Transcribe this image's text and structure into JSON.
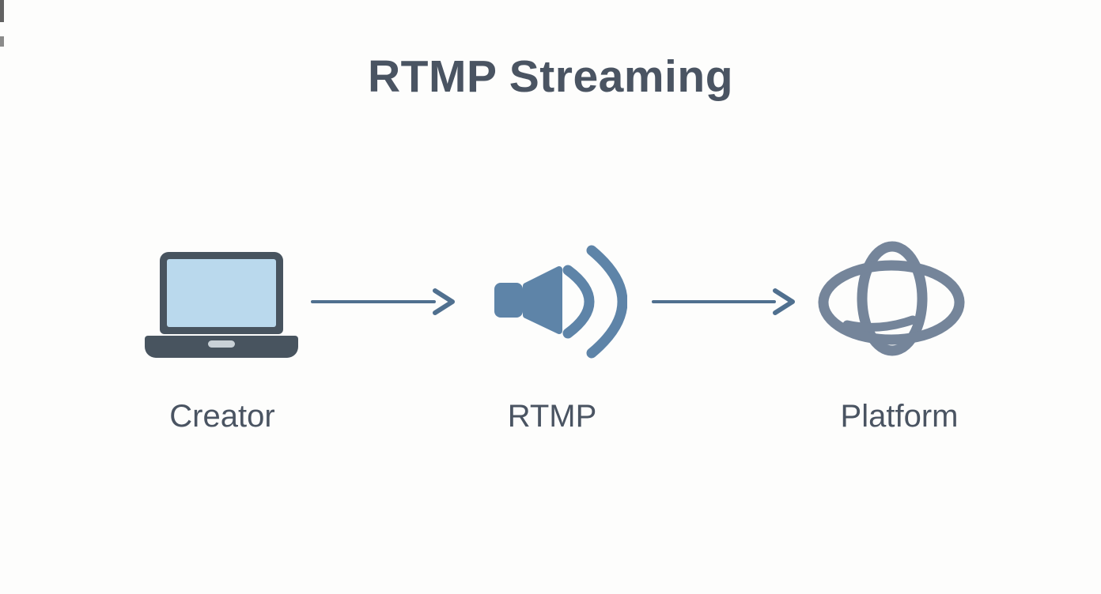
{
  "title": "RTMP Streaming",
  "diagram": {
    "nodes": [
      {
        "id": "creator",
        "label": "Creator",
        "icon": "laptop-icon"
      },
      {
        "id": "rtmp",
        "label": "RTMP",
        "icon": "speaker-waves-icon"
      },
      {
        "id": "platform",
        "label": "Platform",
        "icon": "globe-orbit-icon"
      }
    ],
    "connections": [
      {
        "from": "creator",
        "to": "rtmp",
        "type": "arrow-right"
      },
      {
        "from": "rtmp",
        "to": "platform",
        "type": "arrow-right"
      }
    ]
  },
  "colors": {
    "background": "#fdfdfc",
    "title_text": "#4a5462",
    "label_text": "#4a5462",
    "laptop_frame": "#48545f",
    "laptop_screen": "#bad9ed",
    "laptop_notch": "#c9d1d7",
    "speaker": "#5e84a8",
    "globe": "#75859a",
    "arrow": "#50708f"
  }
}
